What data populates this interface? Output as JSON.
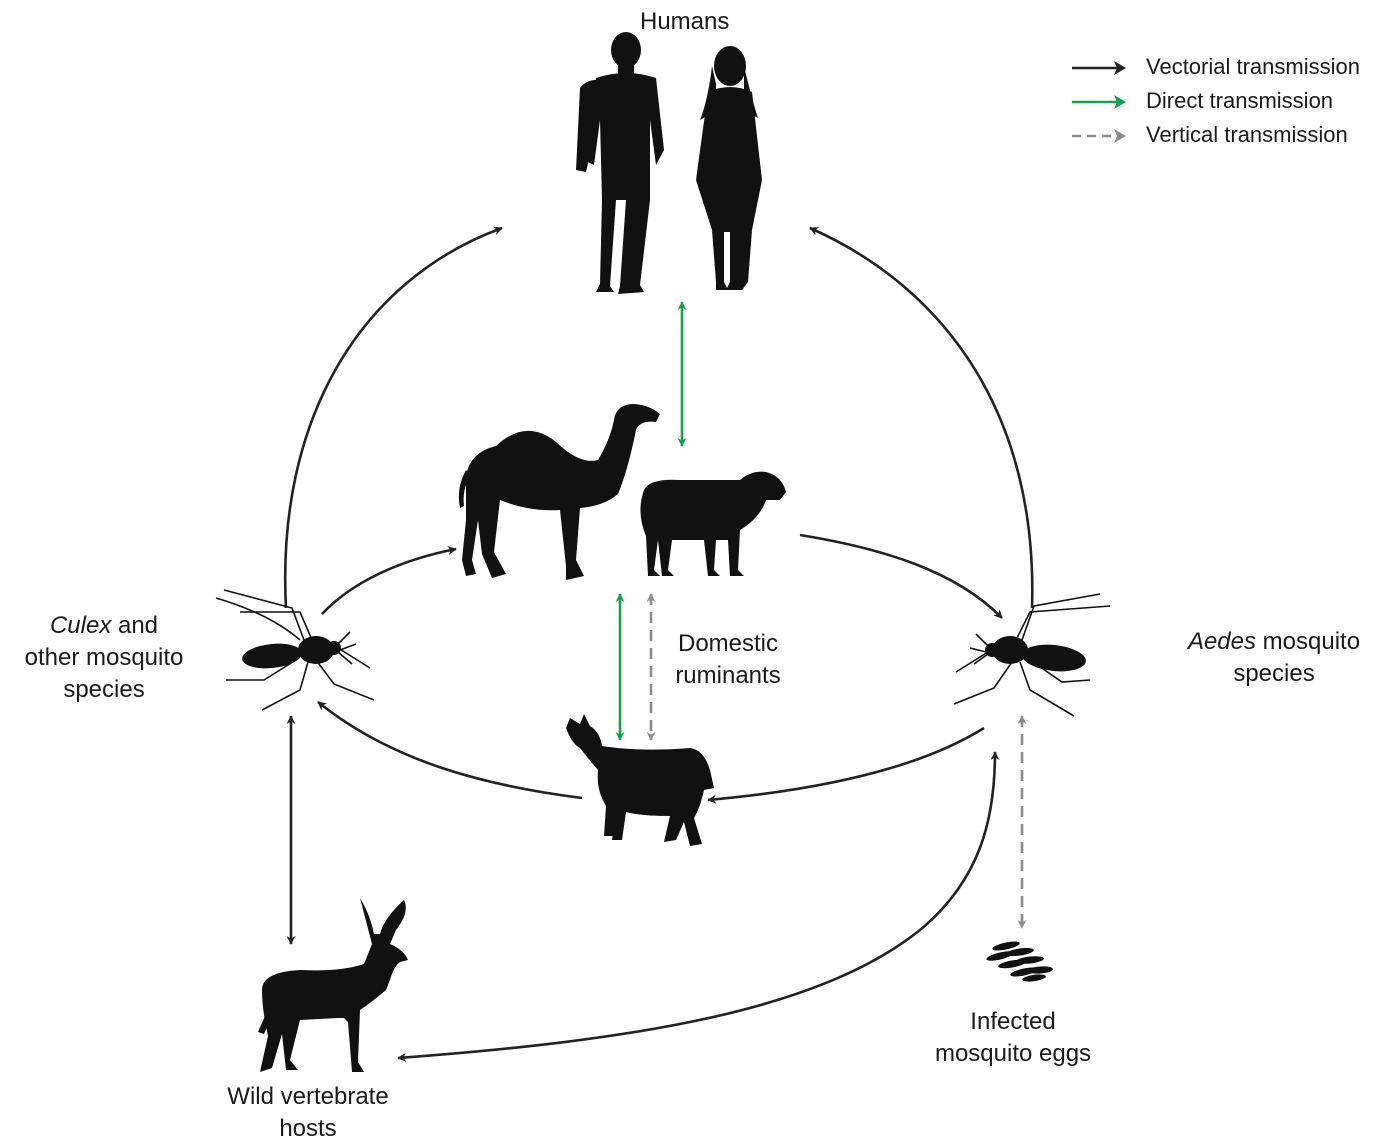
{
  "legend": {
    "vectorial": "Vectorial transmission",
    "direct": "Direct transmission",
    "vertical": "Vertical transmission"
  },
  "labels": {
    "humans": "Humans",
    "culex_italic": "Culex",
    "culex_rest1": " and",
    "culex_line2": "other mosquito",
    "culex_line3": "species",
    "aedes_italic": "Aedes",
    "aedes_rest1": " mosquito",
    "aedes_line2": "species",
    "domestic_line1": "Domestic",
    "domestic_line2": "ruminants",
    "wild_line1": "Wild vertebrate",
    "wild_line2": "hosts",
    "eggs_line1": "Infected",
    "eggs_line2": "mosquito eggs"
  },
  "colors": {
    "vectorial": "#222222",
    "direct": "#12a34a",
    "vertical": "#8c8c8c",
    "silhouette": "#111111"
  },
  "icons": [
    "humans-icon",
    "camel-icon",
    "sheep-icon",
    "goat-icon",
    "antelope-icon",
    "culex-mosquito-icon",
    "aedes-mosquito-icon",
    "mosquito-eggs-icon"
  ]
}
